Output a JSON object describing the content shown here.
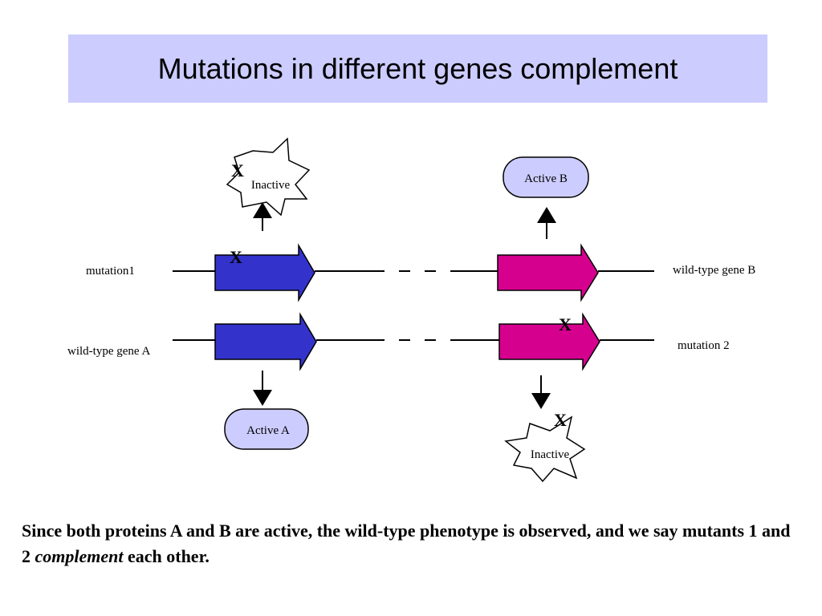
{
  "title": "Mutations in different genes complement",
  "labels": {
    "mutation1": "mutation1",
    "wild_type_gene_a": "wild-type gene A",
    "wild_type_gene_b": "wild-type gene B",
    "mutation2": "mutation 2"
  },
  "products": {
    "inactive_top": "Inactive",
    "active_b": "Active B",
    "active_a": "Active A",
    "inactive_bottom": "Inactive"
  },
  "mutation_mark": "X",
  "caption": {
    "part1": "Since both proteins A and B are active,  the wild-type phenotype is observed, and we say mutants 1 and 2 ",
    "emphasis": "complement",
    "part2": " each other."
  },
  "colors": {
    "title_bg": "#ccccff",
    "gene_a": "#3333cc",
    "gene_b": "#d6008f",
    "active_protein": "#ccccff"
  }
}
